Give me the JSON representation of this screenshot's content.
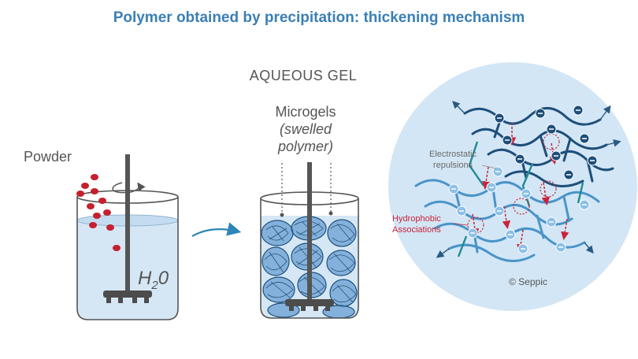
{
  "title": "Polymer obtained by precipitation: thickening mechanism",
  "labels": {
    "aqueous_gel": "AQUEOUS GEL",
    "microgels": "Microgels",
    "swelled_polymer_line1": "(swelled",
    "swelled_polymer_line2": "polymer)",
    "powder": "Powder",
    "water_h": "H",
    "water_sub": "2",
    "water_o": "0",
    "electrostatic_line1": "Electrostatic",
    "electrostatic_line2": "repulsions",
    "hydrophobic_line1": "Hydrophobic",
    "hydrophobic_line2": "Associations",
    "copyright": "© Seppic"
  },
  "colors": {
    "title": "#3a7fb5",
    "water": "#d5e7f5",
    "zoom_circle": "#d3e6f5",
    "chain_dark": "#1e4f7a",
    "chain_light": "#4a94c9",
    "hydrophobic": "#c8243a",
    "powder": "#c4202f",
    "arrow": "#2c86b8"
  },
  "icons": {
    "charge": "minus-charge-icon",
    "process_arrow": "curved-arrow-icon",
    "rotation": "rotation-arrow-icon"
  }
}
